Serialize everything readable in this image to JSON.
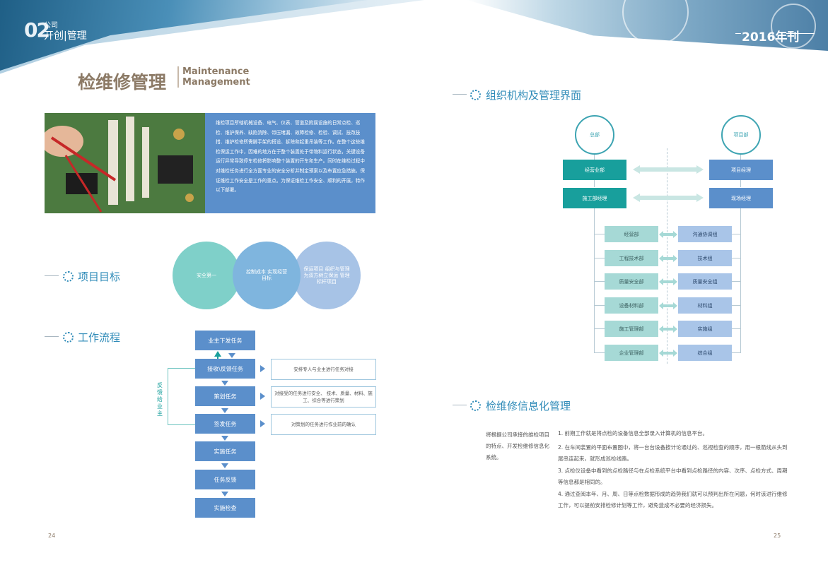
{
  "header": {
    "chapter_number": "02",
    "chapter_small": "公司",
    "chapter_title": "开创|管理",
    "issue": "2016年刊"
  },
  "title": {
    "cn": "检维修管理",
    "en_line1": "Maintenance",
    "en_line2": "Management"
  },
  "intro_text": "维检项目所辖机械设备、电气、仪表、管道及附属设施的日常点检、巡检、维护保养、缺陷消除、带压堵漏、故障检修、检验、调试、技改技措、维护检修所需脚手架的搭设、拆除和起重吊装等工作。在整个这些维检保运工作中，因难的地方在于整个装置处于带物料运行状态，关键设备运行异常导致停车检修将影响整个装置的开车和生产。同时在维检过程中对维检任务进行全方面专业的安全分析并制定预案以及布置应急措施，保证维检工作安全是工作的重点。为保证维检工作安全、顺利的开展，特作以下部署。",
  "sections": {
    "goal": "项目目标",
    "workflow": "工作流程",
    "org": "组织机构及管理界面",
    "info": "检维修信息化管理"
  },
  "goals": [
    {
      "text": "安全第一",
      "color": "#7fd0c9"
    },
    {
      "text": "控制成本 实现经营目标",
      "color": "#7fb5de"
    },
    {
      "text": "保运项目 组织与管理 为双方树立保运 管理标杆项目",
      "color": "#a7c3e6"
    }
  ],
  "workflow": {
    "steps": [
      "业主下发任务",
      "接收\\反馈任务",
      "策划任务",
      "签发任务",
      "实施任务",
      "任务反馈",
      "实施检查"
    ],
    "descriptions": [
      "安排专人与业主进行任务对接",
      "对接受的任务进行安全、 技术、质量、材料、施工、综合等进行策划",
      "对策划的任务进行作业前的确认"
    ],
    "feedback_label": "反馈给业主"
  },
  "org": {
    "left_head": "总部",
    "right_head": "项目部",
    "left_managers": [
      "经营业部",
      "施工部经理"
    ],
    "right_managers": [
      "项目经理",
      "现场经理"
    ],
    "left_depts": [
      "经营部",
      "工程技术部",
      "质量安全部",
      "设备材料部",
      "施工管理部",
      "企业管理部"
    ],
    "right_depts": [
      "沟通协调组",
      "技术组",
      "质量安全组",
      "材料组",
      "实施组",
      "综合组"
    ]
  },
  "info": {
    "left": "将根据公司承接的维检项目的特点、开发检维修信息化系统。",
    "items": [
      "1. 前期工作就是将点检的设备信息全部录入计算机的信息平台。",
      "2. 在车间装置的平面布置图中，将一台台设备按计论通过的、巡视检查的顺序，用一根箭线从头到尾串连起来，就形成巡检线路。",
      "3. 点检仪设备中看到的点检路径与在点检系统平台中看到点检路径的内容、次序、点检方式、周期等信息都是相同的。",
      "4. 通过查阅本年、月、周、日等点检数据形成的趋势我们就可以预判出所在问题，何时该进行维修工作，可以提前安排检修计划等工作，避免造成不必要的经济损失。"
    ]
  },
  "pages": {
    "left": "24",
    "right": "25"
  }
}
